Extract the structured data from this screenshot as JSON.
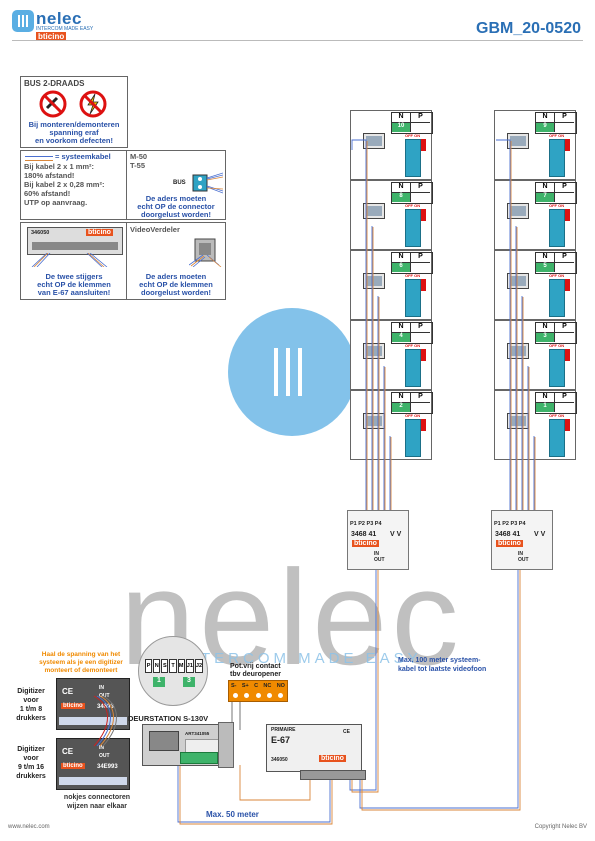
{
  "header": {
    "brand": "nelec",
    "brand_sub": "INTERCOM MADE EASY",
    "brand_partner": "bticino",
    "doc_code": "GBM_20-0520"
  },
  "warning_box": {
    "title": "BUS 2-DRAADS",
    "text_1": "Bij monteren/demonteren",
    "text_2": "spanning eraf",
    "text_3": "en voorkom defecten!"
  },
  "cable_box": {
    "title": "= systeemkabel",
    "line_1": "Bij kabel 2 x 1 mm²:",
    "line_2": "180% afstand!",
    "line_3": "Bij kabel 2 x 0,28 mm²:",
    "line_4": "60% afstand!",
    "line_5": "UTP op aanvraag."
  },
  "connector_box": {
    "title_1": "M-50",
    "title_2": "T-55",
    "bus_label": "BUS",
    "text_1": "De aders moeten",
    "text_2": "echt OP de connector",
    "text_3": "doorgelust worden!"
  },
  "riser_box": {
    "code": "346050",
    "brand": "bticino",
    "text_1": "De twee stijgers",
    "text_2": "echt OP de klemmen",
    "text_3": "van E-67 aansluiten!"
  },
  "video_box": {
    "title": "VideoVerdeler",
    "text_1": "De aders moeten",
    "text_2": "echt OP de klemmen",
    "text_3": "doorgelust worden!"
  },
  "monitor_labels": {
    "n": "N",
    "p": "P",
    "off_on": "OFF ON"
  },
  "left_column_numbers": [
    "10",
    "8",
    "6",
    "4",
    "2"
  ],
  "right_column_numbers": [
    "9",
    "7",
    "5",
    "3",
    "1"
  ],
  "distributor": {
    "ports": [
      "P1",
      "P2",
      "P3",
      "P4"
    ],
    "model": "3468 41",
    "vv": "V V",
    "brand": "bticino",
    "in": "IN",
    "out": "OUT"
  },
  "digitizer": {
    "power_note_1": "Haal de spanning van het",
    "power_note_2": "systeem als je een digitizer",
    "power_note_3": "monteert of demonteert",
    "top_label_1": "Digitizer",
    "top_label_2": "voor",
    "top_label_3": "1 t/m 8",
    "top_label_4": "drukkers",
    "top_code": "34693",
    "bottom_label_1": "Digitizer",
    "bottom_label_2": "voor",
    "bottom_label_3": "9 t/m 16",
    "bottom_label_4": "drukkers",
    "bottom_code": "34E993",
    "ce": "CE",
    "in": "IN",
    "out": "OUT",
    "brand": "bticino",
    "nokjes_1": "nokjes connectoren",
    "nokjes_2": "wijzen naar elkaar"
  },
  "zoom_terminals": [
    "P",
    "N",
    "S",
    "T",
    "M",
    "J1",
    "J2"
  ],
  "zoom_numbers": [
    "1",
    "3"
  ],
  "door_station": {
    "title": "DEURSTATION S-130V",
    "code": "ART341055"
  },
  "contact": {
    "title_1": "Pot.vrij contact",
    "title_2": "tbv deuropener",
    "terminals": [
      "S-",
      "S+",
      "C",
      "NC",
      "NO"
    ]
  },
  "e67": {
    "primaire": "PRIMAIRE",
    "model": "E-67",
    "code": "346050",
    "brand": "bticino",
    "ce": "CE"
  },
  "notes": {
    "max_100_1": "Max. 100 meter systeem-",
    "max_100_2": "kabel tot laatste videofoon",
    "max_50": "Max. 50 meter"
  },
  "watermark": {
    "word": "nelec",
    "tagline": "INTERCOM MADE EASY"
  },
  "footer": {
    "left": "www.nelec.com",
    "right": "Copyright Nelec BV"
  },
  "colors": {
    "brand_blue": "#2a6fb5",
    "bticino_orange": "#e8531e",
    "wire_blue": "#4a6fd0",
    "wire_orange": "#d9863a",
    "contact_orange": "#f08a00"
  }
}
